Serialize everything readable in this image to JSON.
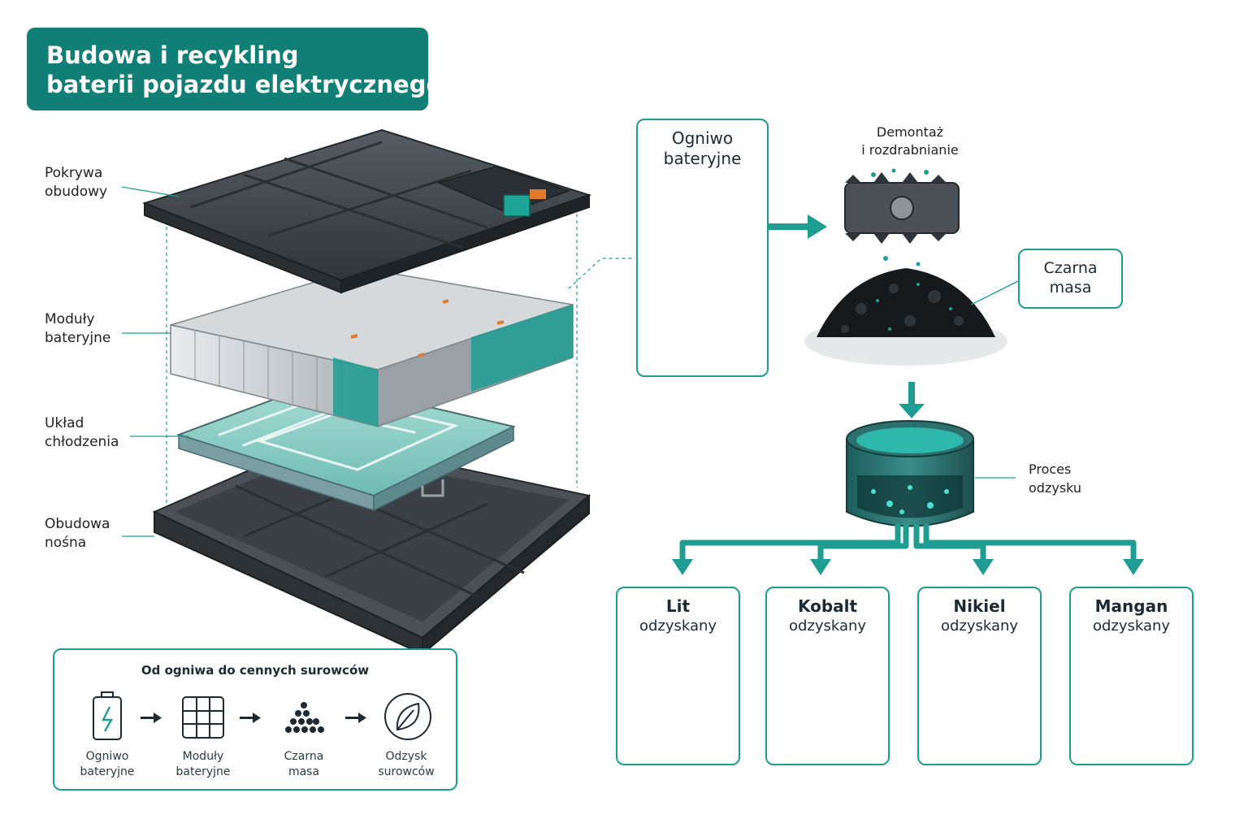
{
  "title": {
    "line1": "Budowa i recykling",
    "line2": "baterii pojazdu elektrycznego"
  },
  "battery_labels": [
    {
      "line1": "Pokrywa",
      "line2": "obudowy"
    },
    {
      "line1": "Moduły",
      "line2": "bateryjne"
    },
    {
      "line1": "Układ",
      "line2": "chłodzenia"
    },
    {
      "line1": "Obudowa",
      "line2": "nośna"
    }
  ],
  "cell_card": {
    "line1": "Ogniwo",
    "line2": "bateryjne"
  },
  "shredding": {
    "line1": "Demontaż",
    "line2": "i rozdrabnianie"
  },
  "black_mass": {
    "line1": "Czarna",
    "line2": "masa"
  },
  "recovery": {
    "line1": "Proces",
    "line2": "odzysku"
  },
  "materials": [
    {
      "name": "Lit",
      "status": "odzyskany",
      "color": "#1fb5a0"
    },
    {
      "name": "Kobalt",
      "status": "odzyskany",
      "color": "#2a58c8"
    },
    {
      "name": "Nikiel",
      "status": "odzyskany",
      "color": "#23b8a8"
    },
    {
      "name": "Mangan",
      "status": "odzyskany",
      "color": "#7a4fcf"
    }
  ],
  "flow": {
    "title": "Od ogniwa do cennych surowców",
    "steps": [
      {
        "line1": "Ogniwo",
        "line2": "bateryjne",
        "icon": "battery-icon"
      },
      {
        "line1": "Moduły",
        "line2": "bateryjne",
        "icon": "module-icon"
      },
      {
        "line1": "Czarna",
        "line2": "masa",
        "icon": "pile-icon"
      },
      {
        "line1": "Odzysk",
        "line2": "surowców",
        "icon": "leaf-icon"
      }
    ]
  },
  "colors": {
    "teal": "#1f9d93",
    "teal_dark": "#127f77",
    "casing": "#3b4147"
  }
}
